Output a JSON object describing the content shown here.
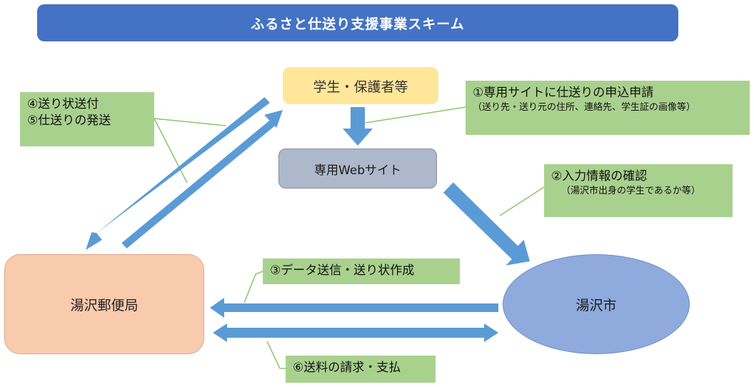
{
  "title": "ふるさと仕送り支援事業スキーム",
  "nodes": {
    "student": "学生・保護者等",
    "web": "専用Webサイト",
    "post_office": "湯沢郵便局",
    "city": "湯沢市"
  },
  "notes": {
    "step1": {
      "main": "①専用サイトに仕送りの申込申請",
      "sub": "（送り先・送り元の住所、連絡先、学生証の画像等）"
    },
    "step2": {
      "main": "②入力情報の確認",
      "sub": "（湯沢市出身の学生であるか等）"
    },
    "step3": {
      "main": "③データ送信・送り状作成"
    },
    "step45": {
      "line1": "④送り状送付",
      "line2": "⑤仕送りの発送"
    },
    "step6": {
      "main": "⑥送料の請求・支払"
    }
  },
  "colors": {
    "title_bg": "#4472c4",
    "student_bg": "#ffe699",
    "web_bg": "#adb9ca",
    "post_bg": "#f8cbad",
    "city_bg": "#8faadc",
    "note_bg": "#a9d18e",
    "arrow": "#5b9bd5",
    "connector": "#8cc56a"
  }
}
